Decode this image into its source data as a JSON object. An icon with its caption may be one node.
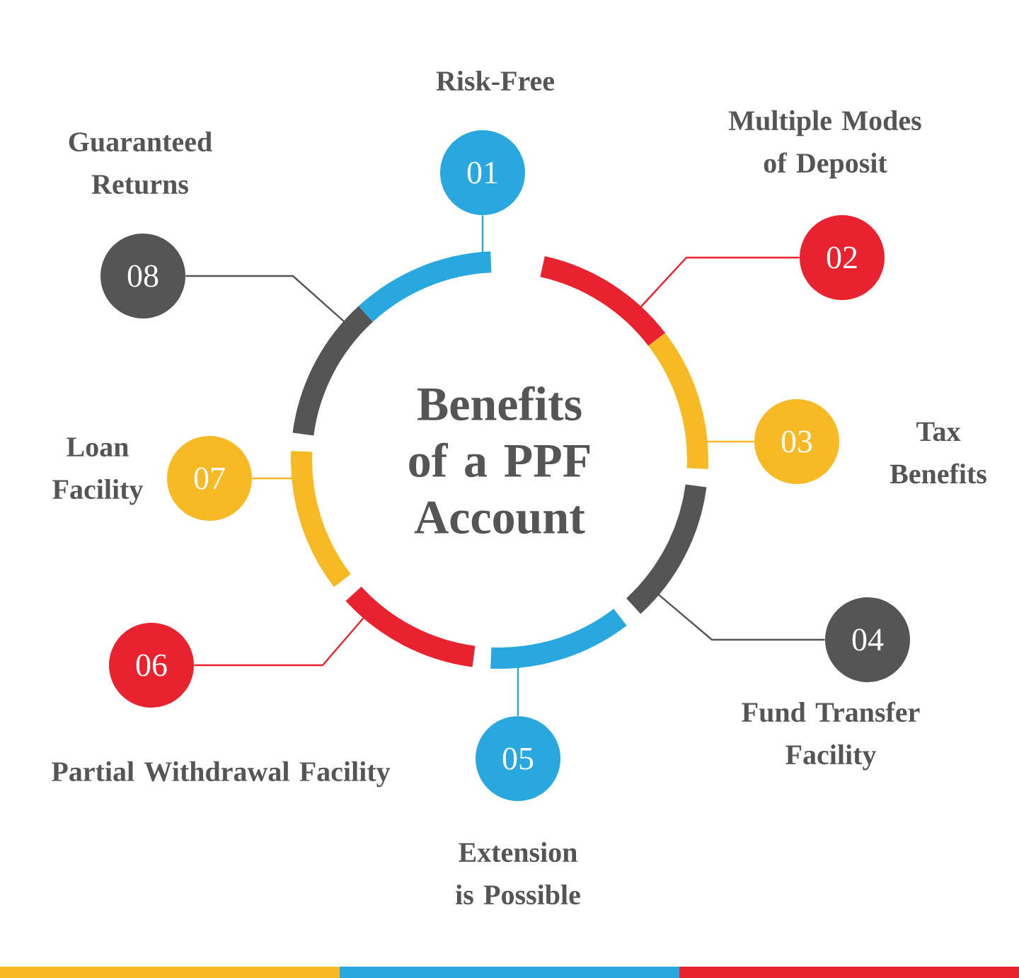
{
  "diagram": {
    "nodes": [
      {
        "text": [
          "Benefits of a PPF Account"
        ]
      },
      {
        "text": [
          "01"
        ],
        "beside": [
          "Risk-Free"
        ]
      },
      {
        "text": [
          "02"
        ],
        "beside": [
          "Multiple Modes of Deposit"
        ]
      },
      {
        "text": [
          "03"
        ],
        "beside": [
          "Tax Benefits"
        ]
      },
      {
        "text": [
          "04"
        ],
        "beside": [
          "Fund Transfer Facility"
        ]
      },
      {
        "text": [
          "05"
        ],
        "beside": [
          "Extension is Possible"
        ]
      },
      {
        "text": [
          "06"
        ],
        "beside": [
          "Partial Withdrawal Facility"
        ]
      },
      {
        "text": [
          "07"
        ],
        "beside": [
          "Loan Facility"
        ]
      },
      {
        "text": [
          "08"
        ],
        "beside": [
          "Guaranteed Returns"
        ]
      }
    ],
    "edges": [
      {
        "from": 1,
        "to": 0,
        "arrow": "none",
        "color": "#29a8e0"
      },
      {
        "from": 2,
        "to": 0,
        "arrow": "none",
        "color": "#e8232f"
      },
      {
        "from": 3,
        "to": 0,
        "arrow": "none",
        "color": "#f7b924"
      },
      {
        "from": 4,
        "to": 0,
        "arrow": "none",
        "color": "#555555"
      },
      {
        "from": 5,
        "to": 0,
        "arrow": "none",
        "color": "#29a8e0"
      },
      {
        "from": 6,
        "to": 0,
        "arrow": "none",
        "color": "#e8232f"
      },
      {
        "from": 7,
        "to": 0,
        "arrow": "none",
        "color": "#f7b924"
      },
      {
        "from": 8,
        "to": 0,
        "arrow": "none",
        "color": "#555555"
      }
    ]
  }
}
